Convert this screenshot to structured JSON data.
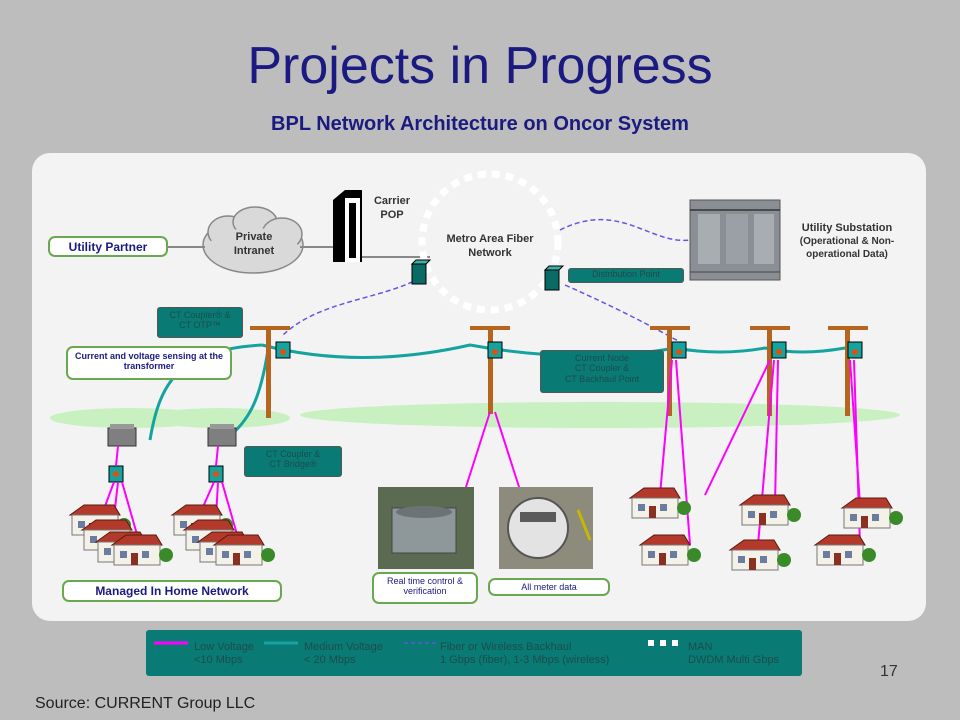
{
  "title": "Projects in Progress",
  "subtitle": "BPL Network Architecture on Oncor System",
  "labels": {
    "carrier_pop": "Carrier\nPOP",
    "private_intranet": "Private\nIntranet",
    "metro_area": "Metro Area Fiber\nNetwork",
    "utility_substation": "Utility Substation",
    "utility_substation_sub": "(Operational & Non-operational Data)",
    "utility_partner": "Utility Partner",
    "distribution_point": "Distribution Point",
    "ct_coupler_otp": "CT Coupler® &\nCT OTP™",
    "current_voltage": "Current and voltage sensing at the transformer",
    "current_node": "Current Node\nCT Coupler &\nCT Backhaul Point",
    "ct_coupler_bridge": "CT Coupler &\nCT Bridge®",
    "managed_home": "Managed In Home Network",
    "real_time": "Real time control &\nverification",
    "all_meter": "All meter data"
  },
  "legend": [
    {
      "name": "Low Voltage",
      "detail": "<10 Mbps",
      "color": "#ff00ff",
      "style": "solid"
    },
    {
      "name": "Medium Voltage",
      "detail": "< 20 Mbps",
      "color": "#15a3a0",
      "style": "solid"
    },
    {
      "name": "Fiber or Wireless Backhaul",
      "detail": "1 Gbps (fiber), 1-3 Mbps (wireless)",
      "color": "#6655dd",
      "style": "dashed"
    },
    {
      "name": "MAN",
      "detail": "DWDM Multi Gbps",
      "color": "#ffffff",
      "style": "dotted"
    }
  ],
  "page_number": "17",
  "source": "Source:  CURRENT Group LLC"
}
